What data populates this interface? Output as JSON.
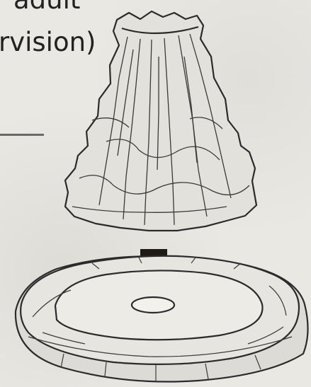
{
  "caption": {
    "line1": "r adult",
    "line2": "rvision)"
  },
  "illustration": {
    "top_part": "volcano-cone",
    "base_part": "volcano-base",
    "arrow_direction": "down"
  }
}
